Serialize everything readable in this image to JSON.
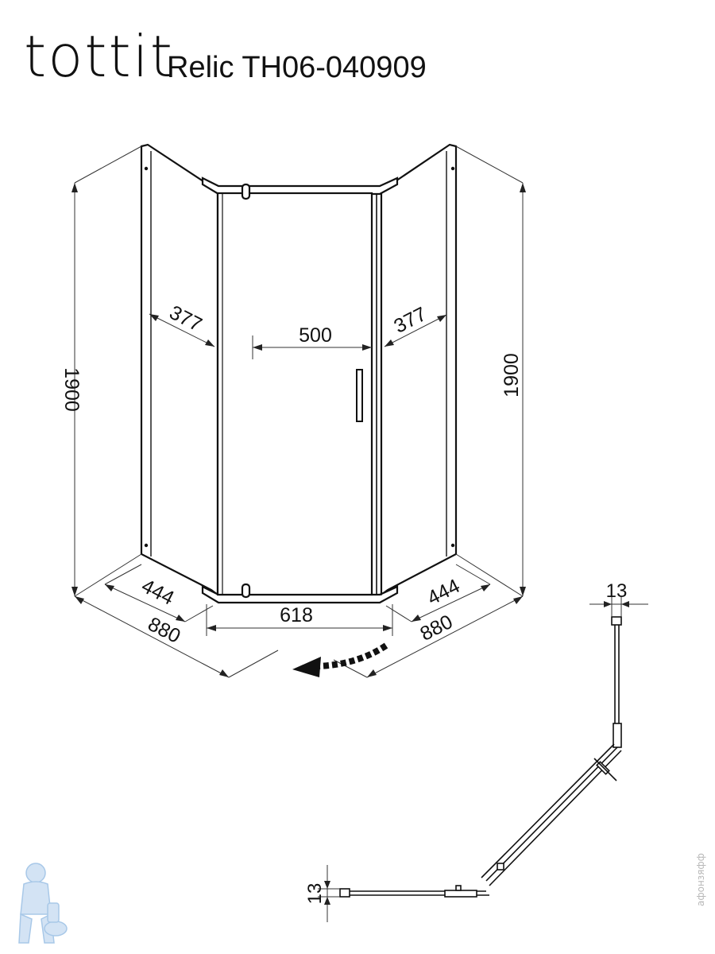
{
  "header": {
    "brand": "tottit",
    "model": "Relic TH06-040909"
  },
  "dimensions": {
    "height_left": "1900",
    "height_right": "1900",
    "side_panel_left": "377",
    "side_panel_right": "377",
    "door_opening": "500",
    "base_front": "618",
    "base_side_left": "444",
    "base_side_right": "444",
    "overall_left": "880",
    "overall_right": "880",
    "profile_top": "13",
    "profile_left": "13"
  },
  "watermark": {
    "text": "афонзяфф"
  },
  "colors": {
    "line": "#111111",
    "thin_line": "#333333",
    "watermark_blue": "#9fc3e6"
  },
  "icons": {
    "door_swing": "curved-arrow-icon",
    "mascot": "plumber-mascot-icon"
  }
}
